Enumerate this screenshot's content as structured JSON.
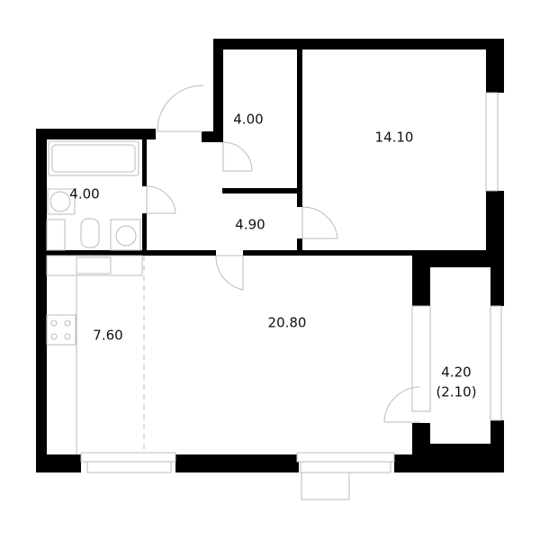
{
  "rooms": [
    {
      "id": "storage",
      "area": "4.00"
    },
    {
      "id": "bedroom",
      "area": "14.10"
    },
    {
      "id": "bathroom",
      "area": "4.00"
    },
    {
      "id": "hallway",
      "area": "4.90"
    },
    {
      "id": "kitchen",
      "area": "7.60"
    },
    {
      "id": "living-room",
      "area": "20.80"
    },
    {
      "id": "balcony",
      "area": "4.20",
      "reduced_area": "(2.10)"
    }
  ],
  "colors": {
    "wall": "#000000",
    "fixture": "#bbbbbb"
  }
}
